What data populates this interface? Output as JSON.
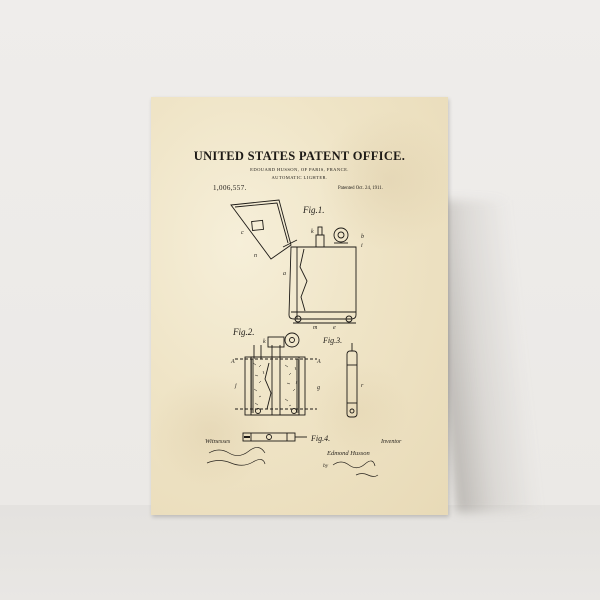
{
  "patent": {
    "office": "UNITED STATES PATENT OFFICE.",
    "inventor_line": "EDOUARD HUSSON, OF PARIS, FRANCE.",
    "invention": "AUTOMATIC LIGHTER.",
    "number": "1,006,557.",
    "date": "Patented Oct. 24, 1911."
  },
  "figures": {
    "fig1": "Fig.1.",
    "fig2": "Fig.2.",
    "fig3": "Fig.3.",
    "fig4": "Fig.4."
  },
  "labels": {
    "c": "c",
    "n": "n",
    "a": "a",
    "k": "k",
    "b": "b",
    "i": "i",
    "m": "m",
    "e": "e",
    "A": "A",
    "j": "j",
    "g": "g",
    "r": "r"
  },
  "signatures": {
    "witnesses": "Witnesses",
    "inventor": "Inventor",
    "name": "Edmond Husson",
    "by": "by"
  },
  "colors": {
    "ink": "#1d1a16",
    "paper": "#efe4c6"
  }
}
